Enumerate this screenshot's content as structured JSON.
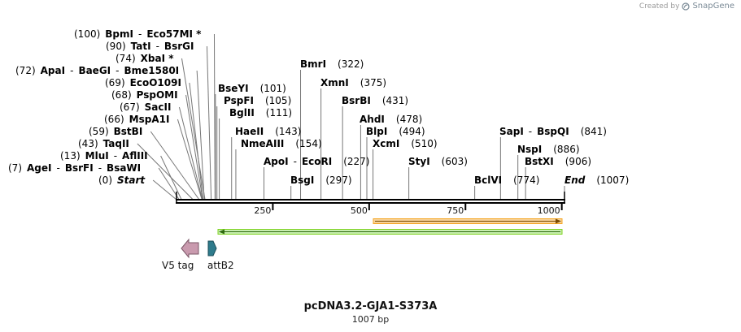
{
  "credit": {
    "prefix": "Created by",
    "brand": "SnapGene"
  },
  "map": {
    "title": "pcDNA3.2-GJA1-S373A",
    "length_label": "1007 bp",
    "ticks": [
      "250",
      "500",
      "750",
      "1000"
    ],
    "sites": [
      {
        "pos": "(0)",
        "names": [
          "Start"
        ],
        "italic": true
      },
      {
        "pos": "(7)",
        "names": [
          "AgeI",
          "BsrFI",
          "BsaWI"
        ]
      },
      {
        "pos": "(13)",
        "names": [
          "MluI",
          "AflIII"
        ]
      },
      {
        "pos": "(43)",
        "names": [
          "TaqII"
        ]
      },
      {
        "pos": "(59)",
        "names": [
          "BstBI"
        ]
      },
      {
        "pos": "(66)",
        "names": [
          "MspA1I"
        ]
      },
      {
        "pos": "(67)",
        "names": [
          "SacII"
        ]
      },
      {
        "pos": "(68)",
        "names": [
          "PspOMI"
        ]
      },
      {
        "pos": "(69)",
        "names": [
          "EcoO109I"
        ]
      },
      {
        "pos": "(72)",
        "names": [
          "ApaI",
          "BaeGI",
          "Bme1580I"
        ]
      },
      {
        "pos": "(74)",
        "names": [
          "XbaI *"
        ]
      },
      {
        "pos": "(90)",
        "names": [
          "TatI",
          "BsrGI"
        ]
      },
      {
        "pos": "(100)",
        "names": [
          "BpmI",
          "Eco57MI *"
        ]
      },
      {
        "pos": "(101)",
        "names": [
          "BseYI"
        ]
      },
      {
        "pos": "(105)",
        "names": [
          "PspFI"
        ]
      },
      {
        "pos": "(111)",
        "names": [
          "BglII"
        ]
      },
      {
        "pos": "(143)",
        "names": [
          "HaeII"
        ]
      },
      {
        "pos": "(154)",
        "names": [
          "NmeAIII"
        ]
      },
      {
        "pos": "(227)",
        "names": [
          "ApoI",
          "EcoRI"
        ]
      },
      {
        "pos": "(297)",
        "names": [
          "BsgI"
        ]
      },
      {
        "pos": "(322)",
        "names": [
          "BmrI"
        ]
      },
      {
        "pos": "(375)",
        "names": [
          "XmnI"
        ]
      },
      {
        "pos": "(431)",
        "names": [
          "BsrBI"
        ]
      },
      {
        "pos": "(478)",
        "names": [
          "AhdI"
        ]
      },
      {
        "pos": "(494)",
        "names": [
          "BlpI"
        ]
      },
      {
        "pos": "(510)",
        "names": [
          "XcmI"
        ]
      },
      {
        "pos": "(603)",
        "names": [
          "StyI"
        ]
      },
      {
        "pos": "(774)",
        "names": [
          "BclVI"
        ]
      },
      {
        "pos": "(841)",
        "names": [
          "SapI",
          "BspQI"
        ]
      },
      {
        "pos": "(886)",
        "names": [
          "NspI"
        ]
      },
      {
        "pos": "(906)",
        "names": [
          "BstXI"
        ]
      },
      {
        "pos": "(1007)",
        "names": [
          "End"
        ],
        "italic": true
      }
    ],
    "features": [
      {
        "label": "V5 tag",
        "color": "#c99aae",
        "direction": "left"
      },
      {
        "label": "attB2",
        "color": "#2e7b8c",
        "direction": "right"
      },
      {
        "label": "",
        "color": "#f5a623",
        "direction": "right"
      },
      {
        "label": "",
        "color": "#7ed321",
        "direction": "left"
      }
    ]
  }
}
